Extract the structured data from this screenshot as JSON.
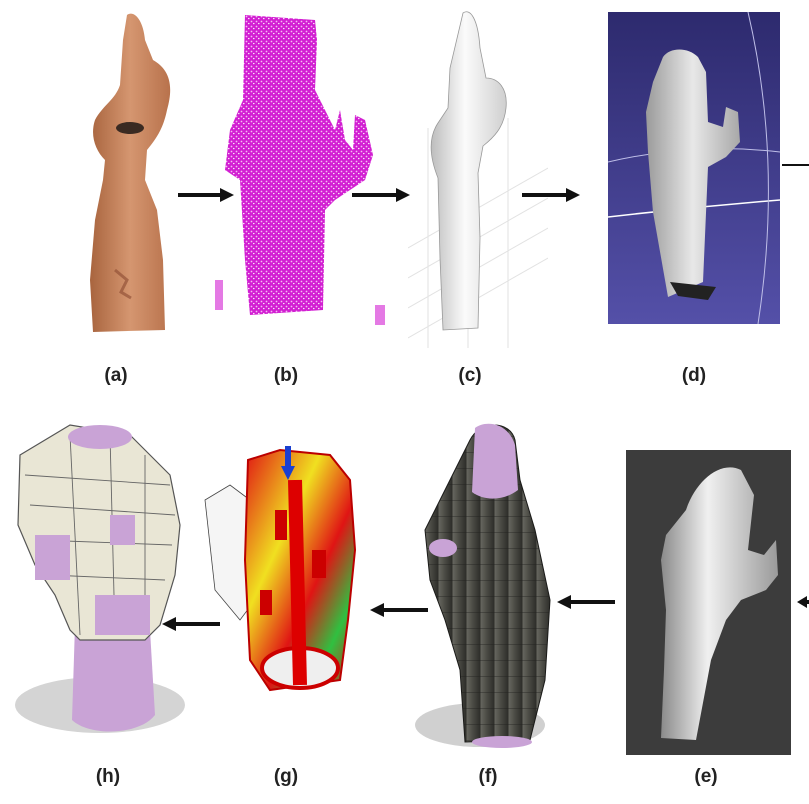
{
  "panels": [
    {
      "id": "a",
      "label": "(a)"
    },
    {
      "id": "b",
      "label": "(b)"
    },
    {
      "id": "c",
      "label": "(c)"
    },
    {
      "id": "d",
      "label": "(d)"
    },
    {
      "id": "e",
      "label": "(e)"
    },
    {
      "id": "f",
      "label": "(f)"
    },
    {
      "id": "g",
      "label": "(g)"
    },
    {
      "id": "h",
      "label": "(h)"
    }
  ],
  "colors": {
    "skin": "#c8845c",
    "point_cloud": "#d21fd2",
    "mesh_white": "#f2f2f2",
    "viewer_bg": "#3e3a86",
    "render_bg": "#3c3c3c",
    "lavender": "#c9a3d6",
    "shell_dark": "#4a4a44",
    "orthosis_cream": "#e9e6d5",
    "stress_red": "#e01414",
    "stress_yellow": "#f0e020",
    "stress_green": "#30c040",
    "arrow_blue": "#1a3fd0",
    "arrow_black": "#111111"
  }
}
